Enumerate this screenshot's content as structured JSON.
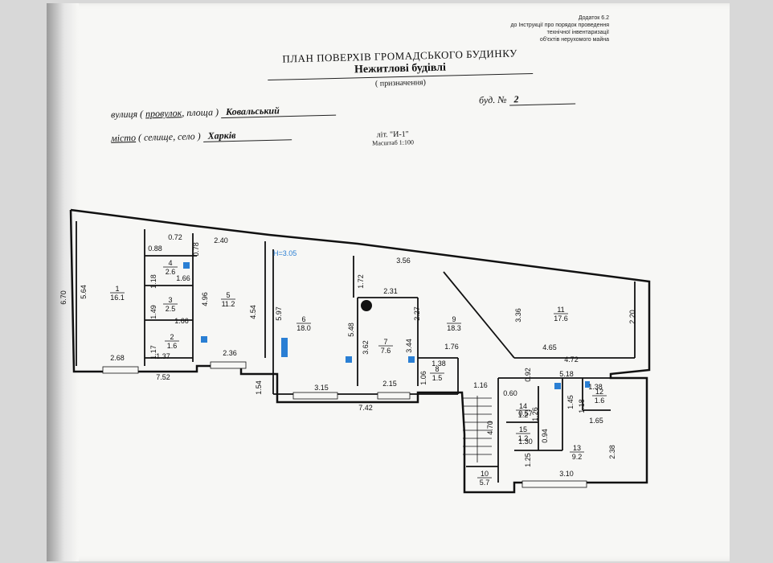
{
  "appendix": {
    "line1": "Додаток 6.2",
    "line2": "до Інструкції про порядок проведення",
    "line3": "технічної інвентаризації",
    "line4": "об'єктів нерухомого майна"
  },
  "header": {
    "title": "ПЛАН ПОВЕРХІВ ГРОМАДСЬКОГО БУДИНКУ",
    "subtitle": "Нежитлові будівлі",
    "purpose_caption": "( призначення)"
  },
  "address": {
    "street_label_pre": "вулиця ( ",
    "street_label_sel": "провулок",
    "street_label_post": ", площа )",
    "street_value": "Ковальський",
    "house_label": "буд. №",
    "house_value": "2",
    "city_label_sel": "місто",
    "city_label_post": " ( селище, село )",
    "city_value": "Харків"
  },
  "lit": {
    "letter": "літ. \"И-1\"",
    "scale": "Масштаб 1:100"
  },
  "rooms": [
    {
      "no": "1",
      "area": "16.1"
    },
    {
      "no": "2",
      "area": "1.6"
    },
    {
      "no": "3",
      "area": "2.5"
    },
    {
      "no": "4",
      "area": "2.6"
    },
    {
      "no": "5",
      "area": "11.2"
    },
    {
      "no": "6",
      "area": "18.0"
    },
    {
      "no": "7",
      "area": "7.6"
    },
    {
      "no": "8",
      "area": "1.5"
    },
    {
      "no": "9",
      "area": "18.3"
    },
    {
      "no": "10",
      "area": "5.7"
    },
    {
      "no": "11",
      "area": "17.6"
    },
    {
      "no": "12",
      "area": "1.6"
    },
    {
      "no": "13",
      "area": "9.2"
    },
    {
      "no": "14",
      "area": "1.2"
    },
    {
      "no": "15",
      "area": "1.2"
    }
  ],
  "height_note": "H=3.05",
  "dimensions": [
    "0.88",
    "0.72",
    "2.40",
    "3.56",
    "0.78",
    "1.18",
    "1.66",
    "1.49",
    "1.66",
    "1.17",
    "1.37",
    "2.68",
    "7.52",
    "4.96",
    "4.54",
    "2.36",
    "5.97",
    "5.48",
    "3.62",
    "1.72",
    "2.31",
    "2.27",
    "3.44",
    "1.38",
    "1.06",
    "1.76",
    "3.15",
    "2.15",
    "7.42",
    "1.54",
    "1.16",
    "0.92",
    "3.36",
    "2.20",
    "4.65",
    "4.72",
    "5.18",
    "0.60",
    "0.57",
    "1.38",
    "1.45",
    "1.18",
    "4.70",
    "1.26",
    "0.94",
    "1.30",
    "1.65",
    "1.25",
    "2.38",
    "3.10",
    "5.64",
    "6.70"
  ],
  "colors": {
    "wall": "#111111",
    "fixture": "#2a7fd4",
    "paper": "#f7f7f5"
  }
}
